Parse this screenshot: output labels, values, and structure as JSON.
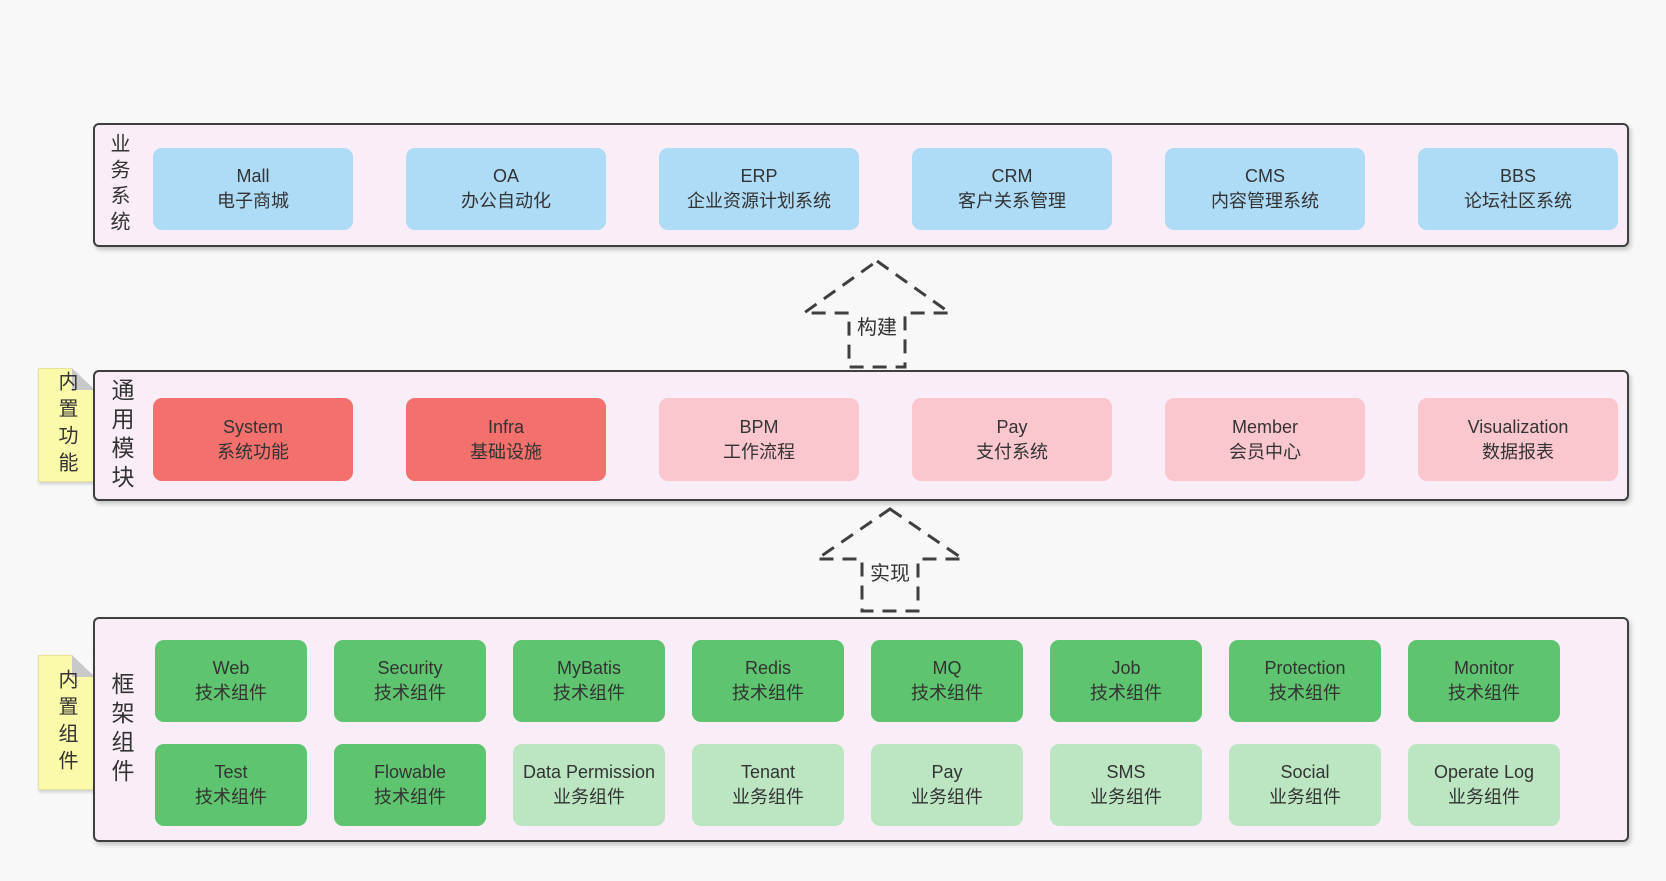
{
  "colors": {
    "page_background": "#f8f8f8",
    "container_background": "#f9eef8",
    "container_border": "#3f3f3f",
    "blue_box": "#aedbf6",
    "red_box": "#f3706d",
    "pink_box": "#fbc7cf",
    "green_box": "#5fc46f",
    "light_green_box": "#bce6c2",
    "note_yellow": "#fbfaab",
    "fold_gray": "#c9c9c9",
    "text": "#333333"
  },
  "layers": {
    "business": {
      "label": "业务系统",
      "boxes": [
        {
          "title": "Mall",
          "subtitle": "电子商城"
        },
        {
          "title": "OA",
          "subtitle": "办公自动化"
        },
        {
          "title": "ERP",
          "subtitle": "企业资源计划系统"
        },
        {
          "title": "CRM",
          "subtitle": "客户关系管理"
        },
        {
          "title": "CMS",
          "subtitle": "内容管理系统"
        },
        {
          "title": "BBS",
          "subtitle": "论坛社区系统"
        }
      ]
    },
    "modules": {
      "note": "内置功能",
      "label": "通用模块",
      "boxes": [
        {
          "title": "System",
          "subtitle": "系统功能",
          "variant": "red"
        },
        {
          "title": "Infra",
          "subtitle": "基础设施",
          "variant": "red"
        },
        {
          "title": "BPM",
          "subtitle": "工作流程",
          "variant": "pink"
        },
        {
          "title": "Pay",
          "subtitle": "支付系统",
          "variant": "pink"
        },
        {
          "title": "Member",
          "subtitle": "会员中心",
          "variant": "pink"
        },
        {
          "title": "Visualization",
          "subtitle": "数据报表",
          "variant": "pink"
        }
      ]
    },
    "components": {
      "note": "内置组件",
      "label": "框架组件",
      "row1": [
        {
          "title": "Web",
          "subtitle": "技术组件",
          "variant": "green"
        },
        {
          "title": "Security",
          "subtitle": "技术组件",
          "variant": "green"
        },
        {
          "title": "MyBatis",
          "subtitle": "技术组件",
          "variant": "green"
        },
        {
          "title": "Redis",
          "subtitle": "技术组件",
          "variant": "green"
        },
        {
          "title": "MQ",
          "subtitle": "技术组件",
          "variant": "green"
        },
        {
          "title": "Job",
          "subtitle": "技术组件",
          "variant": "green"
        },
        {
          "title": "Protection",
          "subtitle": "技术组件",
          "variant": "green"
        },
        {
          "title": "Monitor",
          "subtitle": "技术组件",
          "variant": "green"
        }
      ],
      "row2": [
        {
          "title": "Test",
          "subtitle": "技术组件",
          "variant": "green"
        },
        {
          "title": "Flowable",
          "subtitle": "技术组件",
          "variant": "green"
        },
        {
          "title": "Data Permission",
          "subtitle": "业务组件",
          "variant": "light-green"
        },
        {
          "title": "Tenant",
          "subtitle": "业务组件",
          "variant": "light-green"
        },
        {
          "title": "Pay",
          "subtitle": "业务组件",
          "variant": "light-green"
        },
        {
          "title": "SMS",
          "subtitle": "业务组件",
          "variant": "light-green"
        },
        {
          "title": "Social",
          "subtitle": "业务组件",
          "variant": "light-green"
        },
        {
          "title": "Operate Log",
          "subtitle": "业务组件",
          "variant": "light-green"
        }
      ]
    }
  },
  "arrows": {
    "build": "构建",
    "implement": "实现"
  }
}
